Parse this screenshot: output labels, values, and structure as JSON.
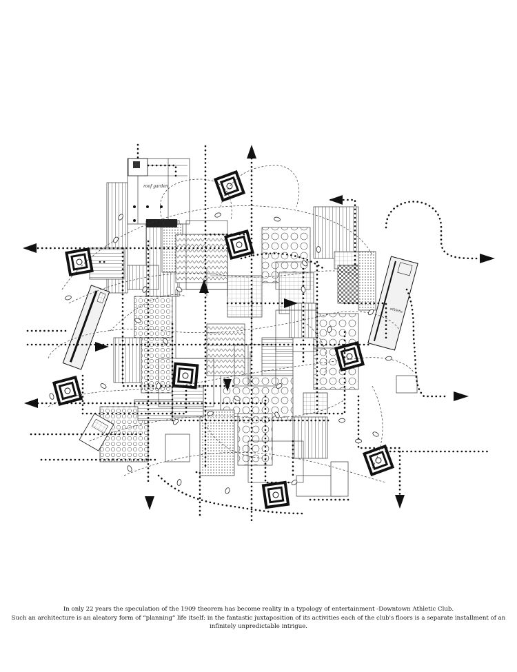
{
  "caption": {
    "line1": "In only 22 years the speculation of the 1909 theorem has become reality in a typology of entertainment -Downtown Athletic Club.",
    "line2": "Such an architecture is an aleatory form of “planning” life itself: in the fantastic juxtaposition of its activities each of the club's floors is a separate installment of an infinitely unpredictable intrigue."
  },
  "plan_labels": {
    "roof_garden": "roof garden",
    "athletic": "athletic"
  },
  "colors": {
    "ink": "#111111",
    "paper": "#ffffff",
    "card": "#f2f2f2"
  }
}
